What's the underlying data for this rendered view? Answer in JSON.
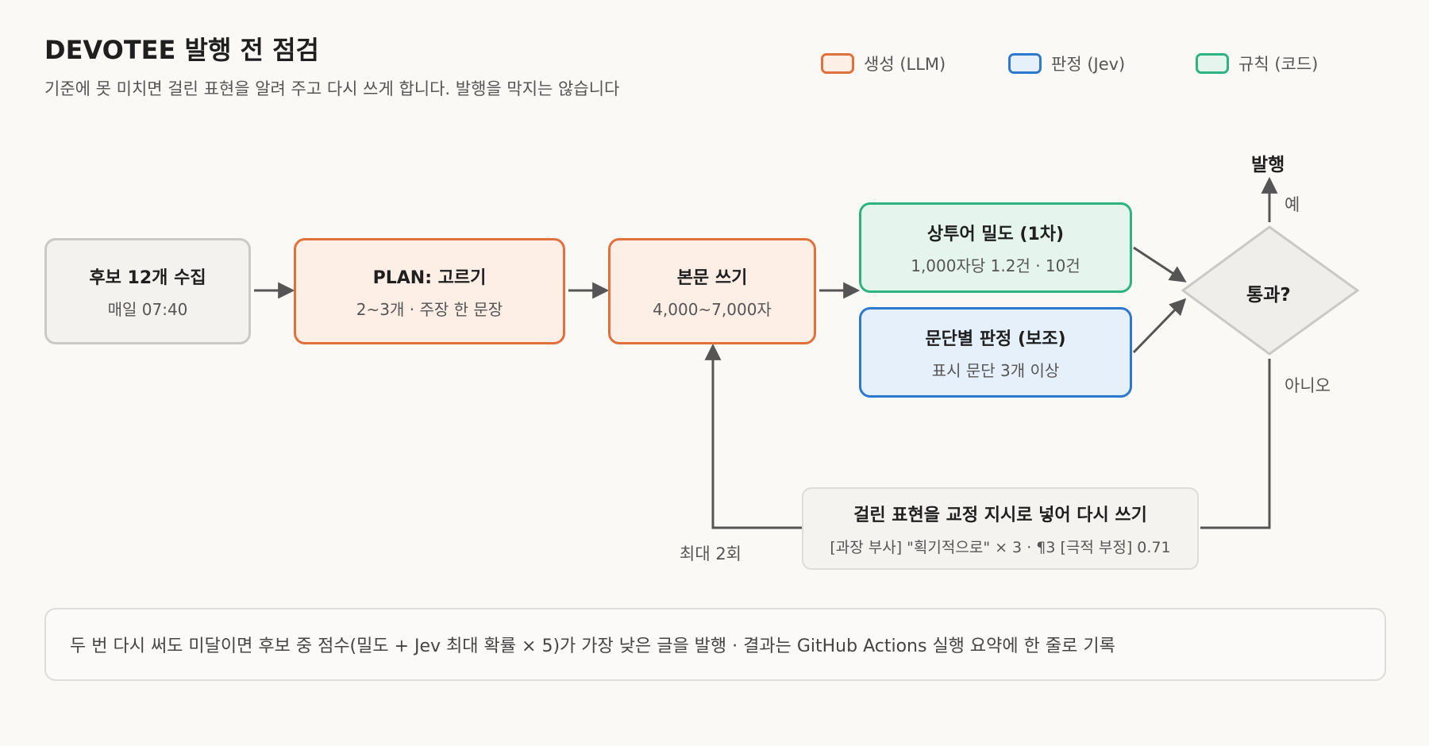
{
  "header": {
    "title": "DEVOTEE 발행 전 점검",
    "subtitle": "기준에 못 미치면 걸린 표현을 알려 주고 다시 쓰게 합니다. 발행을 막지는 않습니다"
  },
  "legend": [
    {
      "label": "생성 (LLM)",
      "color": "#e2703c"
    },
    {
      "label": "판정 (Jev)",
      "color": "#2f78cf"
    },
    {
      "label": "규칙 (코드)",
      "color": "#2db37f"
    }
  ],
  "nodes": {
    "collect": {
      "title": "후보 12개 수집",
      "sub": "매일 07:40"
    },
    "plan": {
      "title": "PLAN: 고르기",
      "sub": "2~3개 · 주장 한 문장"
    },
    "write": {
      "title": "본문 쓰기",
      "sub": "4,000~7,000자"
    },
    "density": {
      "title": "상투어 밀도 (1차)",
      "sub": "1,000자당 1.2건 · 10건"
    },
    "paragraph": {
      "title": "문단별 판정 (보조)",
      "sub": "표시 문단 3개 이상"
    },
    "decision": {
      "label": "통과?"
    },
    "publish": {
      "label": "발행"
    },
    "feedback": {
      "title": "걸린 표현을 교정 지시로 넣어 다시 쓰기",
      "sub": "[과장 부사] \"획기적으로\" × 3 · ¶3 [극적 부정] 0.71"
    }
  },
  "edges": {
    "yes": "예",
    "no": "아니오",
    "max_retry": "최대 2회"
  },
  "footer_note": "두 번 다시 써도 미달이면 후보 중 점수(밀도 + Jev 최대 확률 × 5)가 가장 낮은 글을 발행 · 결과는 GitHub Actions 실행 요약에 한 줄로 기록"
}
